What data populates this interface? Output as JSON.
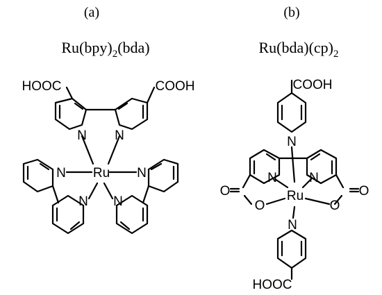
{
  "panels": [
    {
      "tag": "(a)",
      "formula": {
        "base": "Ru(bpy)",
        "sub": "2",
        "tail": "(bda)"
      },
      "atoms": {
        "metal": "Ru",
        "nitrogen": "N",
        "acid_left": "HOOC",
        "acid_right": "COOH"
      }
    },
    {
      "tag": "(b)",
      "formula": {
        "base": "Ru(bda)(cp)",
        "sub": "2",
        "tail": ""
      },
      "atoms": {
        "metal": "Ru",
        "nitrogen": "N",
        "oxygen": "O",
        "acid_top": "COOH",
        "acid_bottom": "HOOC"
      }
    }
  ]
}
